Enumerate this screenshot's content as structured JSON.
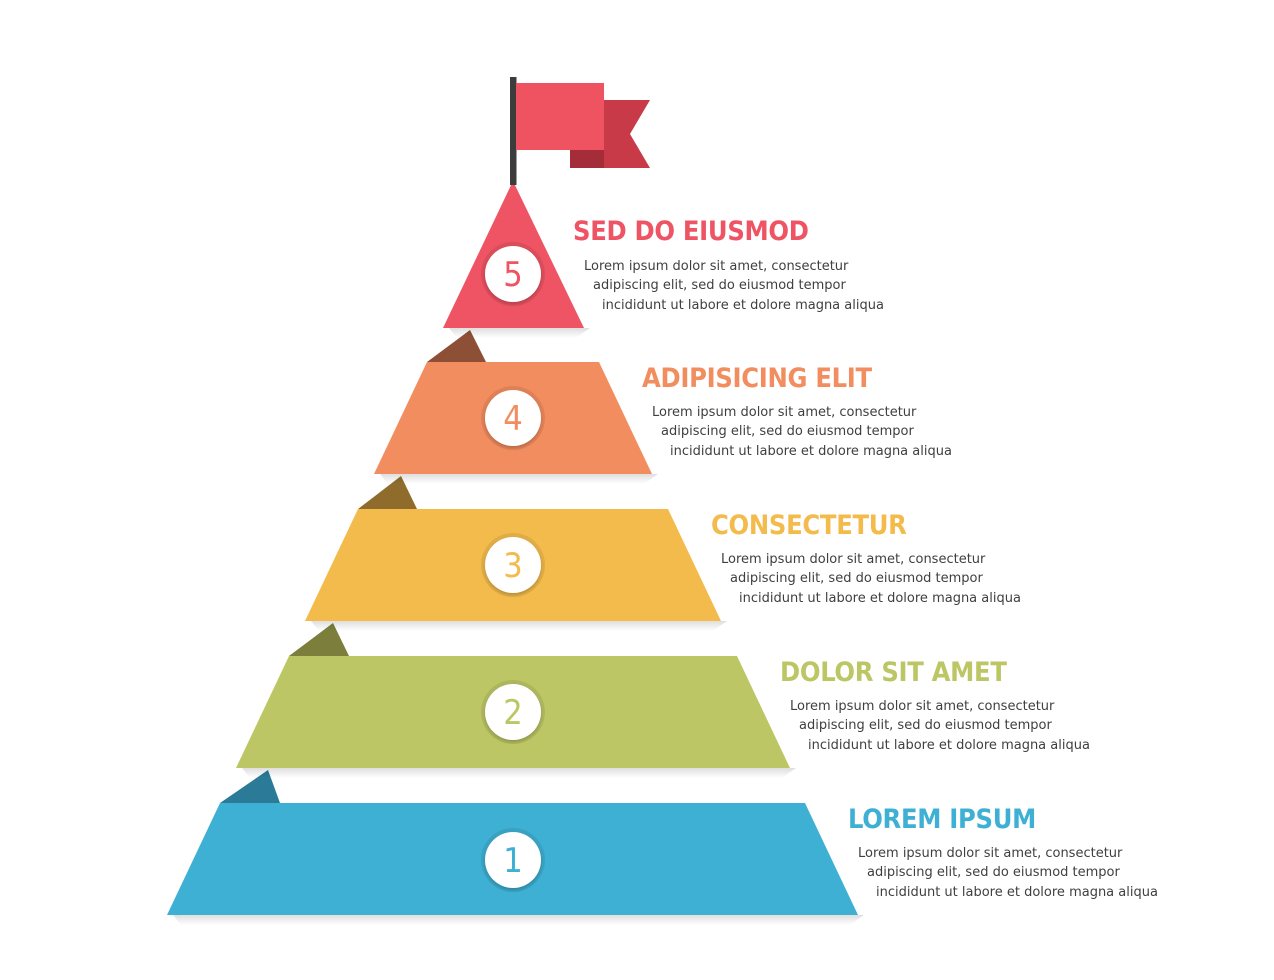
{
  "colors": {
    "red": "#ee5463",
    "orange": "#f28d5f",
    "yellow": "#f3bb4c",
    "green": "#bdc665",
    "blue": "#3eb0d4",
    "flag": "#ef5260",
    "flag_dark": "#c83a48",
    "pole": "#3c3c3c"
  },
  "icons": {
    "flag": "flag-icon"
  },
  "levels": [
    {
      "number": "1",
      "color": "#3eb0d4",
      "title": "LOREM IPSUM",
      "desc": [
        "Lorem ipsum dolor sit amet, consectetur",
        "adipiscing elit, sed do eiusmod tempor",
        "incididunt ut labore et dolore magna aliqua"
      ]
    },
    {
      "number": "2",
      "color": "#bdc665",
      "title": "DOLOR SIT AMET",
      "desc": [
        "Lorem ipsum dolor sit amet, consectetur",
        "adipiscing elit, sed do eiusmod tempor",
        "incididunt ut labore et dolore magna aliqua"
      ]
    },
    {
      "number": "3",
      "color": "#f3bb4c",
      "title": "CONSECTETUR",
      "desc": [
        "Lorem ipsum dolor sit amet, consectetur",
        "adipiscing elit, sed do eiusmod tempor",
        "incididunt ut labore et dolore magna aliqua"
      ]
    },
    {
      "number": "4",
      "color": "#f28d5f",
      "title": "ADIPISICING ELIT",
      "desc": [
        "Lorem ipsum dolor sit amet, consectetur",
        "adipiscing elit, sed do eiusmod tempor",
        "incididunt ut labore et dolore magna aliqua"
      ]
    },
    {
      "number": "5",
      "color": "#ee5463",
      "title": "SED DO EIUSMOD",
      "desc": [
        "Lorem ipsum dolor sit amet, consectetur",
        "adipiscing elit, sed do eiusmod tempor",
        "incididunt ut labore et dolore magna aliqua"
      ]
    }
  ]
}
